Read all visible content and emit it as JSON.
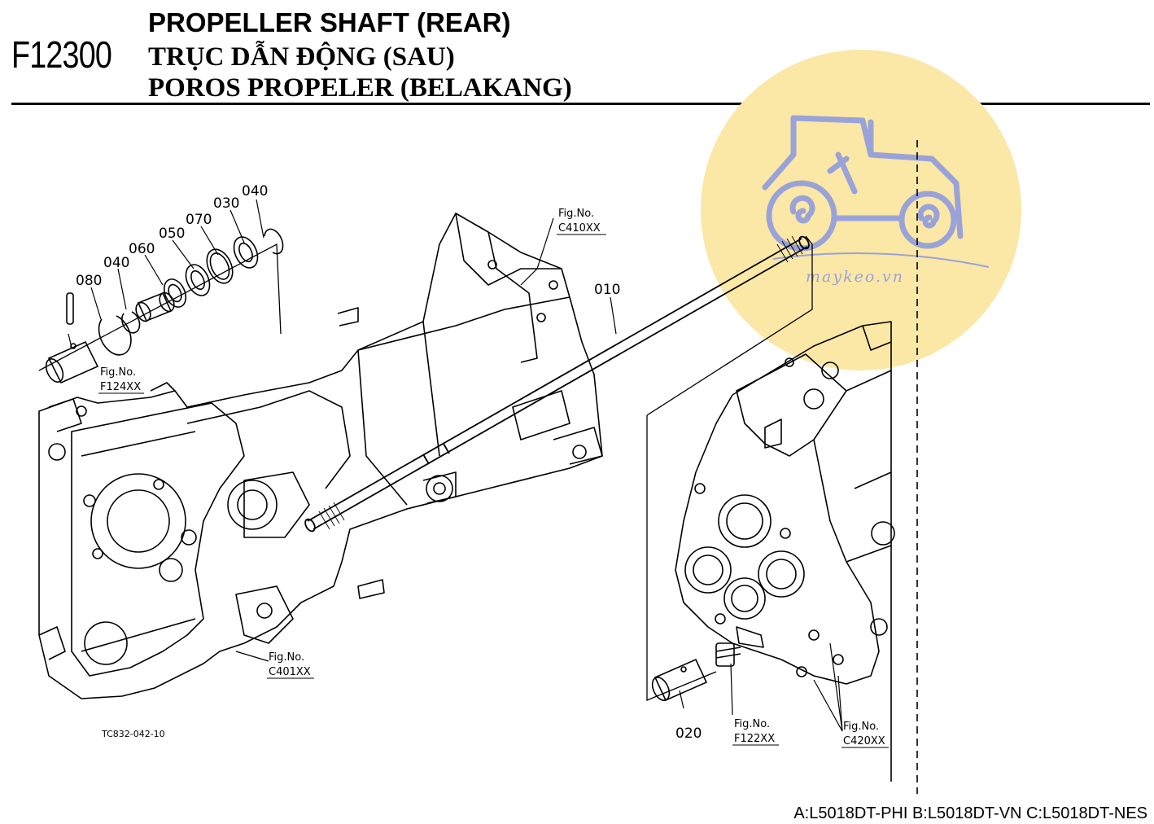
{
  "header": {
    "code": "F12300",
    "title_en": "PROPELLER SHAFT (REAR)",
    "title_vi": "TRỤC DẪN ĐỘNG (SAU)",
    "title_id": "POROS PROPELER (BELAKANG)"
  },
  "parts": {
    "p010": "010",
    "p020": "020",
    "p030": "030",
    "p040a": "040",
    "p040b": "040",
    "p050": "050",
    "p060": "060",
    "p070": "070",
    "p080": "080"
  },
  "fig_refs": {
    "fig_label": "Fig.No.",
    "c410": "C410XX",
    "f124": "F124XX",
    "c401": "C401XX",
    "f122": "F122XX",
    "c420": "C420XX"
  },
  "drawing_ref": "TC832-042-10",
  "watermark": {
    "text": "maykeo.vn"
  },
  "footer": "A:L5018DT-PHI B:L5018DT-VN C:L5018DT-NES",
  "colors": {
    "watermark_fill": "#fbe7a6",
    "watermark_icon": "#9aa3d8",
    "line": "#000000"
  }
}
